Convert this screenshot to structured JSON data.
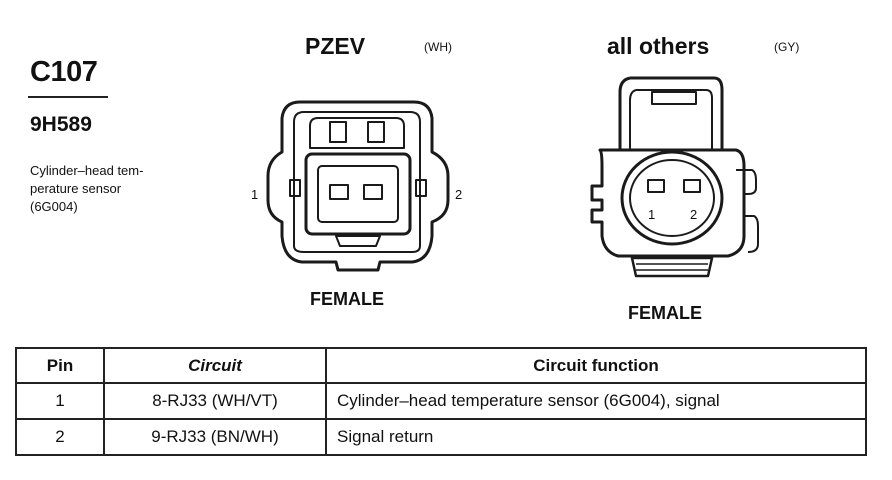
{
  "connector": {
    "id": "C107",
    "part_number": "9H589",
    "description_lines": [
      "Cylinder–head tem-",
      "perature sensor",
      "(6G004)"
    ]
  },
  "variants": [
    {
      "title": "PZEV",
      "code": "(WH)",
      "gender": "FEMALE",
      "pin_left": "1",
      "pin_right": "2"
    },
    {
      "title": "all others",
      "code": "(GY)",
      "gender": "FEMALE",
      "pin_left": "1",
      "pin_right": "2"
    }
  ],
  "table": {
    "headers": [
      "Pin",
      "Circuit",
      "Circuit function"
    ],
    "rows": [
      {
        "pin": "1",
        "circuit": "8-RJ33 (WH/VT)",
        "function": "Cylinder–head temperature sensor (6G004), signal"
      },
      {
        "pin": "2",
        "circuit": "9-RJ33 (BN/WH)",
        "function": "Signal return"
      }
    ]
  }
}
